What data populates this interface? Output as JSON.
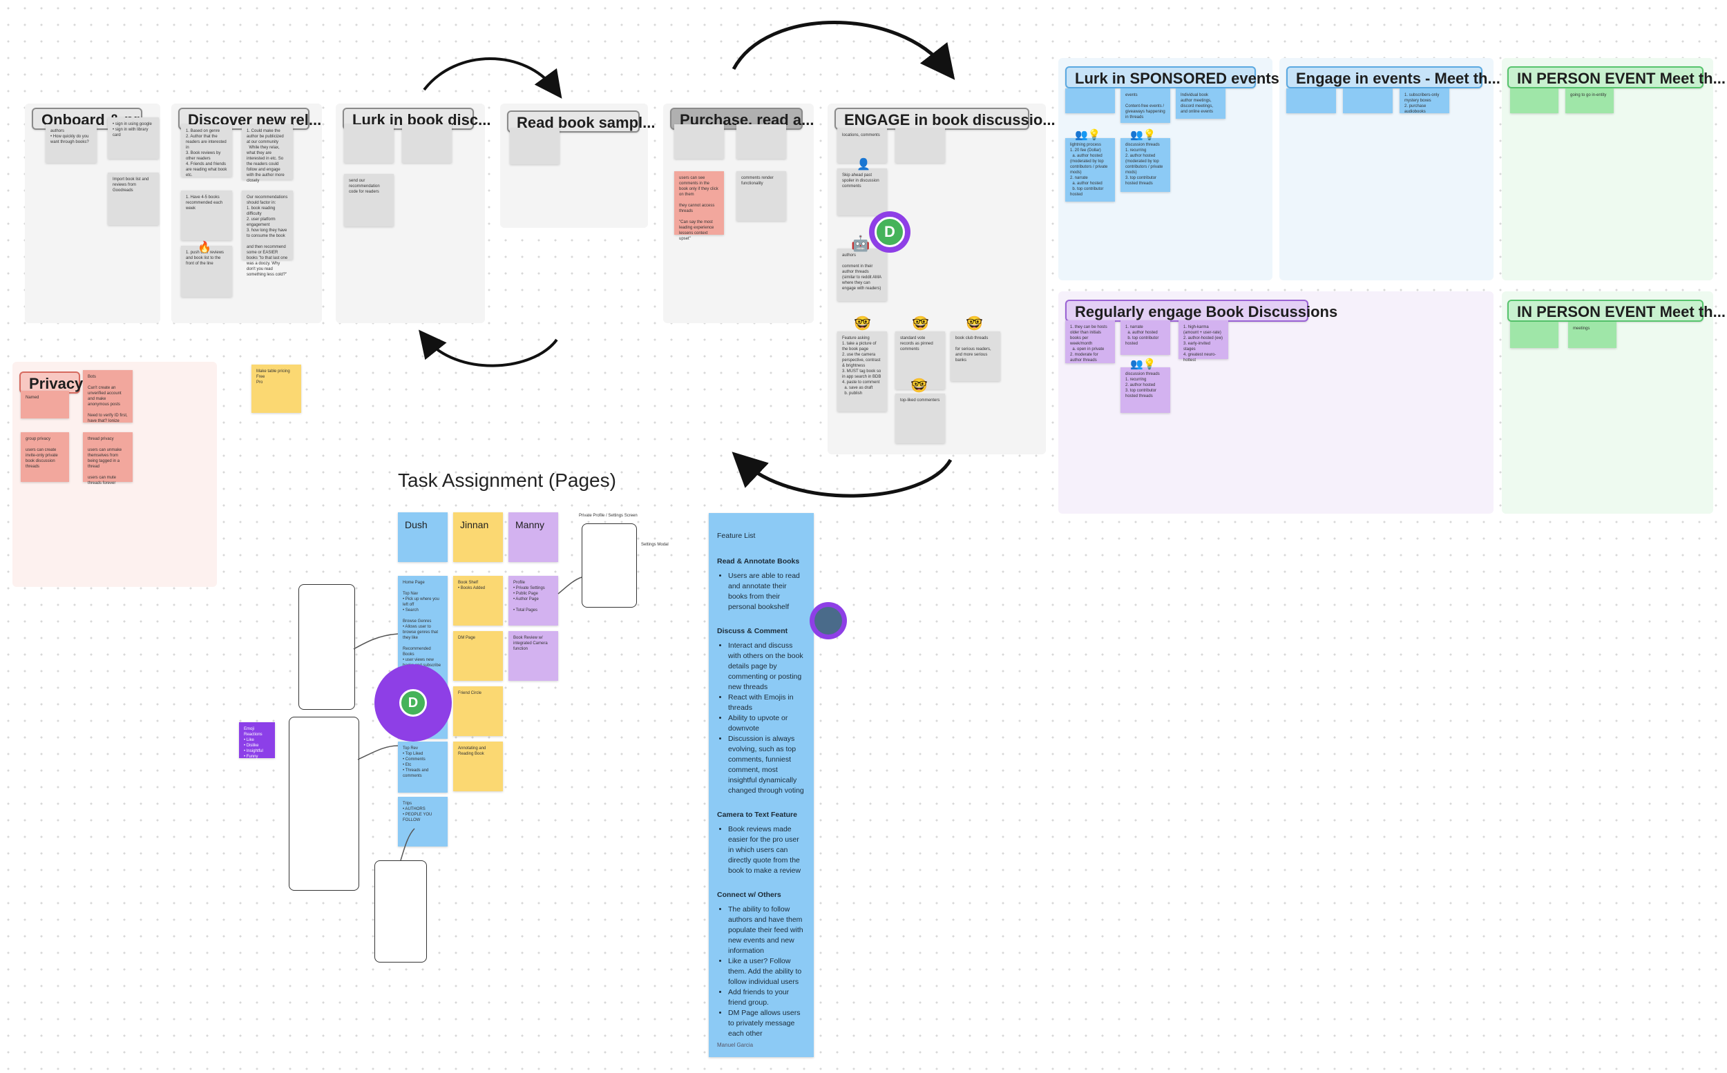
{
  "journey": {
    "onboard": "Onboard & pr...",
    "discover": "Discover new rel...",
    "lurk_book": "Lurk in book disc...",
    "read_sample": "Read book sampl...",
    "purchase": "Purchase, read a...",
    "engage": "ENGAGE in book discussio...",
    "sponsored": "Lurk in SPONSORED events",
    "engage_events": "Engage in events - Meet th...",
    "in_person_1": "IN PERSON EVENT Meet th...",
    "regularly": "Regularly engage Book Discussions",
    "in_person_2": "IN PERSON EVENT Meet th...",
    "privacy": "Privacy"
  },
  "task_title": "Task Assignment (Pages)",
  "team": {
    "dush": "Dush",
    "jinnan": "Jinnan",
    "manny": "Manny"
  },
  "avatar_letter": "D",
  "sketch_label": "Private Profile / Settings Screen",
  "settings_label": "Settings Modal",
  "feature_list": {
    "title": "Feature List",
    "read_title": "Read & Annotate Books",
    "read_items": [
      "Users are able to read and annotate their books from their personal bookshelf"
    ],
    "discuss_title": "Discuss & Comment",
    "discuss_items": [
      "Interact and discuss with others on the book details page by commenting or posting new threads",
      "React with Emojis in threads",
      "Ability to upvote or downvote",
      "Discussion is always evolving, such as top comments, funniest comment, most insightful dynamically changed through voting"
    ],
    "camera_title": "Camera to Text Feature",
    "camera_items": [
      "Book reviews made easier for the pro user in which users can directly quote from the book to make a review"
    ],
    "connect_title": "Connect w/ Others",
    "connect_items": [
      "The ability to follow authors and have them populate their feed with new events and new information",
      "Like a user? Follow them. Add the ability to follow individual users",
      "Add friends to your friend group.",
      "DM Page allows users to privately message each other"
    ],
    "author": "Manuel Garcia"
  },
  "stickies": {
    "ob1": "authors\n• How quickly do you want through books?",
    "ob2": "• sign in using google\n• sign in with library card",
    "ob3": "Import book list and reviews from Goodreads",
    "dc1": "1. Based on genre\n2. Author that the readers are interested in\n3. Book reviews by other readers\n4. Friends and friends are reading what book etc.",
    "dc2": "1. Could make the author be publicized at our community\n  While they relax, what they are interested in etc. So the readers could follow and engage with the author more closely",
    "dc3": "1. Have 4-5 books recommended each week",
    "dc4": "Our recommendations should factor in:\n1. book reading difficulty\n2. user platform engagement\n3. how long they have to consume the book\n\nand then recommend some or EASIER books \"to that last one was a doozy. Why don't you read something less cold?\"",
    "dc5": "1. push user reviews and book list to the front of the line",
    "lk1": "send our recommendation code for readers",
    "ps1": "users can see comments in the book only if they click on them\n\nthey cannot access threads\n\n\"Can say the most leading experience lessens context upset\"",
    "ps2": "comments render functionality",
    "en1": "locations, comments",
    "en2": "Skip ahead past spoiler in discussion comments",
    "en3": "authors\n\ncomment in their author threads (similar to reddit AMA where they can engage with readers)",
    "en4": "Feature asking\n1. take a picture of the book page\n2. use the camera perspective, contrast & brightness\n3. MUST tag book so in app search in BDB\n4. paste to comment\n  a. save as draft\n  b. publish",
    "en5": "standard vote records as pinned comments",
    "en6": "book club threads\n\nfor serious readers, and more serious banks",
    "en7": "top-liked commenters",
    "sp1": "events\n\nContent-free events / giveaways happening in threads",
    "sp2": "Individual book author meetings, discord meetings, and online events",
    "sp3": "lightning process\n1. 20 fee (Dollar)\n  a. author hosted (moderated by top contributors / private mods)\n2. narrate\n  a. author hosted\n  b. top contributor hosted",
    "sp4": "discussion threads\n1. recurring\n2. author hosted (moderated by top contributors / private mods)\n3. top contributor hosted threads",
    "ee1": "1. subscribers-only mystery boxes\n2. purchase audiobooks",
    "ip1": "going to go in-entity",
    "rg1": "1. they can be hosts older than initials books per week/month\n  a. open in private\n2. moderate for author threads",
    "rg2": "1. narrate\n  a. author hosted\n  b. top contributor hosted",
    "rg3": "1. high-karma (amount + user-rate)\n2. author-hosted (ew)\n3. early-invited stages\n4. greatest neuro-hottest",
    "rg4": "discussion threads\n1. recurring\n2. author hosted\n3. top contributor hosted threads",
    "ip2": "meetings",
    "pv1": "Named",
    "pv2": "Bots\n\nCan't create an unverified account and make anonymous posts\n\nNeed to verify ID first, have that? Ionize",
    "pv3": "group privacy\n\nusers can create invite-only private book discussion threads",
    "pv4": "thread privacy\n\nusers can unmake themselves from being tagged in a thread\n\nusers can mute threads forever",
    "yl1": "Make table pricing\nFree\nPro",
    "sv1": "Emoji Reactions\n• Like\n• Dislike\n• Insightful\n• Funny\n• ...",
    "d1": "Home Page\n\nTop Nav\n• Pick up where you left off\n• Search\n\nBrowse Genres\n• Allows user to browse genres that they like\n\nRecommended Books\n• user views new books and subscribe threads\n\nAuthor Meet you\n• users can see author",
    "d2": "Top Rev\n• Top Liked\n• Comments\n• Etc\n• Threads and comments",
    "d3": "Trips\n• AUTHORS\n• PEOPLE YOU FOLLOW",
    "j1": "Book Shelf\n• Books Added",
    "j2": "DM Page",
    "j3": "Friend Circle",
    "j4": "Annotating and Reading Book",
    "m1": "Profile\n• Private Settings\n• Public Page\n• Author Page\n\n• Total Pages",
    "m2": "Book Review w/ integrated Camera function"
  }
}
